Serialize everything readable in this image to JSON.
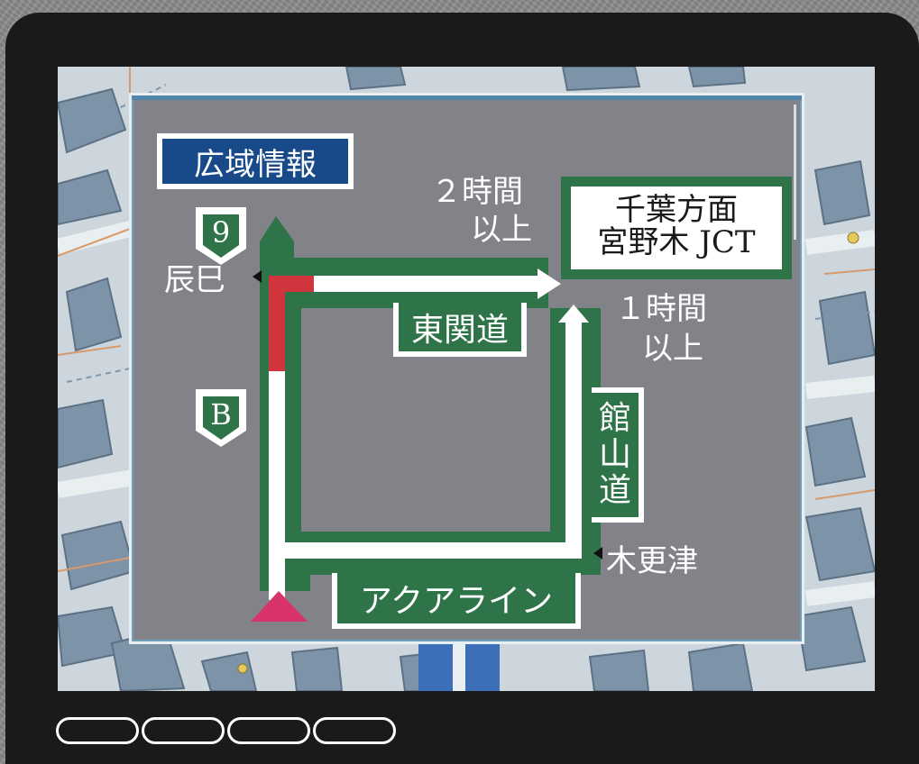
{
  "colors": {
    "road_green": "#2e7448",
    "congestion_red": "#d0343c",
    "position_marker": "#d8336a",
    "info_blue": "#184a8a",
    "panel_gray": "#828388",
    "bezel": "#1a1a1a"
  },
  "header": {
    "title": "広域情報"
  },
  "route_shields": [
    {
      "id": "route-9",
      "label": "9"
    },
    {
      "id": "route-b",
      "label": "B"
    }
  ],
  "junctions": {
    "tatsumi": "辰巳",
    "kisarazu": "木更津"
  },
  "roads": {
    "higashi_kanto": "東関道",
    "tateyama": [
      "館",
      "山",
      "道"
    ],
    "aqualine": "アクアライン"
  },
  "travel_times": {
    "upper": {
      "line1": "２時間",
      "line2": "以上"
    },
    "lower": {
      "line1": "１時間",
      "line2": "以上"
    }
  },
  "destination": {
    "line1": "千葉方面",
    "line2": "宮野木 JCT"
  },
  "segments": [
    {
      "name": "tatsumi-to-kanto",
      "status": "congested"
    }
  ],
  "hardware_buttons": [
    {
      "id": "btn-1"
    },
    {
      "id": "btn-2"
    },
    {
      "id": "btn-3"
    },
    {
      "id": "btn-4"
    }
  ]
}
